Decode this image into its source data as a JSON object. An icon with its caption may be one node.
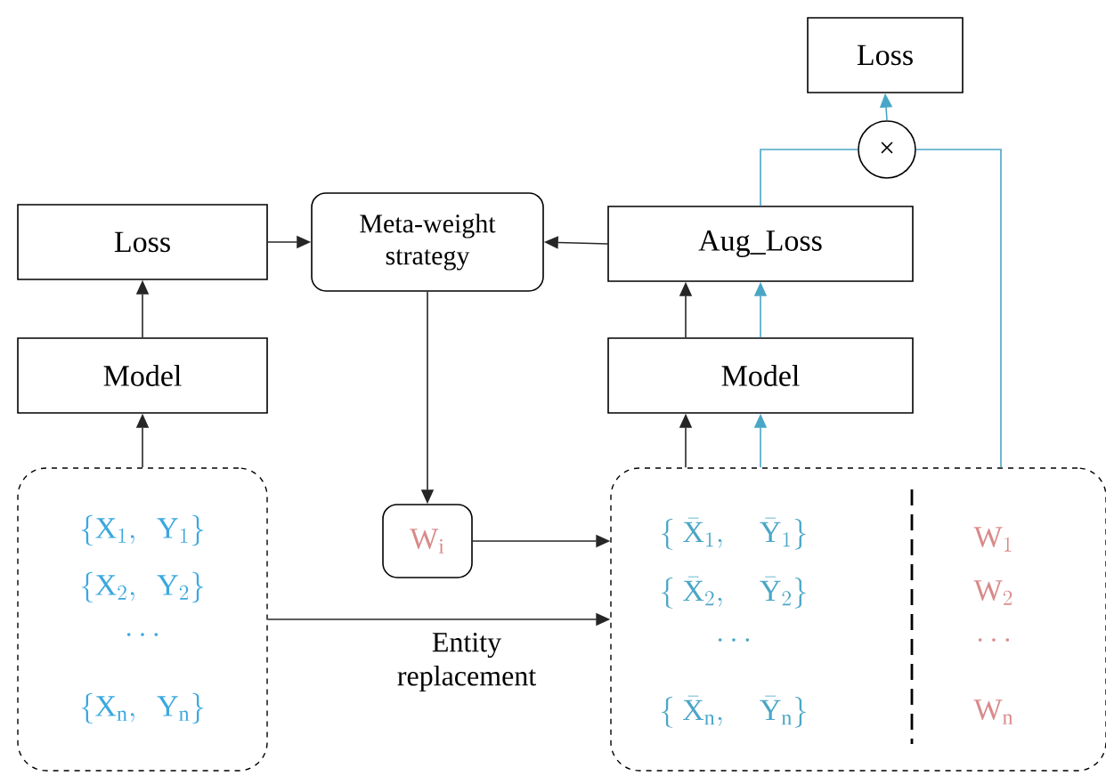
{
  "diagram": {
    "nodes": [
      {
        "text": [
          "Loss"
        ]
      },
      {
        "text": [
          "Meta-weight strategy"
        ]
      },
      {
        "text": [
          "Aug_Loss"
        ]
      },
      {
        "text": [
          "Loss"
        ]
      },
      {
        "text": [
          "×"
        ]
      },
      {
        "text": [
          "Model"
        ]
      },
      {
        "text": [
          "Model"
        ]
      },
      {
        "text": [
          "W$_{i}$"
        ]
      },
      {
        "text": [
          "\\{\\mathrm{X}_1,\\ \\ \\mathrm{Y}_1\\}",
          "\\{\\mathrm{X}_2,\\ \\ \\mathrm{Y}_2\\}",
          "\\cdots",
          "\\{\\mathrm{X}_\\mathrm{n},\\ \\ \\mathrm{Y}_\\mathrm{n}\\}"
        ]
      },
      {
        "text": [
          "\\{\\ \\bar{\\mathrm{X}}_1,\\quad \\bar{\\mathrm{Y}}_1\\}",
          "\\{\\ \\bar{\\mathrm{X}}_2,\\quad \\bar{\\mathrm{Y}}_2\\}",
          "\\cdots",
          "\\{\\ \\bar{\\mathrm{X}}_\\mathrm{n},\\quad \\bar{\\mathrm{Y}}_\\mathrm{n}\\}",
          "\\mathrm{W}_1",
          "\\mathrm{W}_2",
          "\\cdots",
          "\\mathrm{W}_\\mathrm{n}"
        ]
      }
    ],
    "edges": [
      {
        "from": 8,
        "to": 5,
        "arrow": "to"
      },
      {
        "from": 5,
        "to": 0,
        "arrow": "to"
      },
      {
        "from": 0,
        "to": 1,
        "arrow": "to"
      },
      {
        "from": 2,
        "to": 1,
        "arrow": "to"
      },
      {
        "from": 1,
        "to": 7,
        "arrow": "to"
      },
      {
        "from": 7,
        "to": 9,
        "arrow": "to"
      },
      {
        "from": 8,
        "to": 9,
        "arrow": "to",
        "label": "Entity replacement"
      },
      {
        "from": 9,
        "to": 6,
        "arrow": "to"
      },
      {
        "from": 9,
        "to": 6,
        "arrow": "to",
        "color": "#4aa6c6"
      },
      {
        "from": 6,
        "to": 2,
        "arrow": "to"
      },
      {
        "from": 6,
        "to": 2,
        "arrow": "to",
        "color": "#4aa6c6"
      },
      {
        "from": 2,
        "to": 4,
        "arrow": "none",
        "color": "#4aa6c6"
      },
      {
        "from": 9,
        "to": 4,
        "arrow": "none",
        "color": "#4aa6c6"
      },
      {
        "from": 4,
        "to": 3,
        "arrow": "to",
        "color": "#4aa6c6"
      }
    ]
  }
}
